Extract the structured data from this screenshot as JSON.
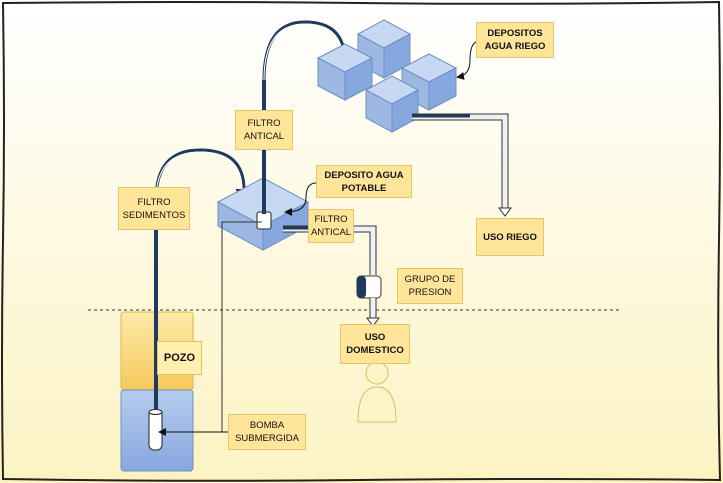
{
  "labels": {
    "depositos_riego": "DEPOSITOS\nAGUA RIEGO",
    "filtro_antical_top": "FILTRO\nANTICAL",
    "deposito_potable": "DEPOSITO AGUA\nPOTABLE",
    "filtro_sedimentos": "FILTRO\nSEDIMENTOS",
    "filtro_antical_right": "FILTRO\nANTICAL",
    "uso_riego": "USO RIEGO",
    "grupo_presion": "GRUPO DE\nPRESION",
    "uso_domestico": "USO\nDOMESTICO",
    "pozo": "POZO",
    "bomba_submergida": "BOMBA\nSUBMERGIDA"
  },
  "colors": {
    "background_top": "#ffffff",
    "background_bottom": "#fdf6c9",
    "label_fill": "#ffe599",
    "cube_fill": "#a9c4eb",
    "well_top": "#fdd97a",
    "well_bottom": "#a9c4eb",
    "pipe": "#1f3a5f"
  }
}
